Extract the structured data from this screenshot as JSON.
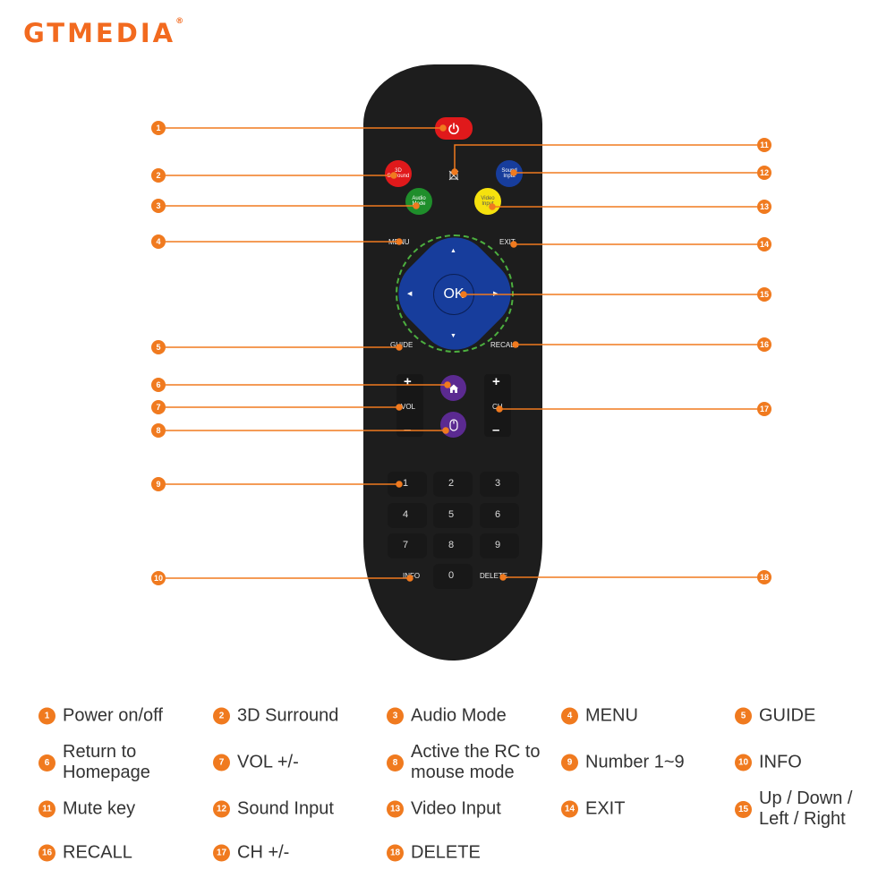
{
  "brand": {
    "name": "GTMEDIA",
    "mark": "®"
  },
  "remote": {
    "buttons": {
      "surround": "3D Surround",
      "sound": "Sound Input",
      "audio": "Audio Mode",
      "video": "Video Input",
      "menu": "MENU",
      "exit": "EXIT",
      "ok": "OK",
      "guide": "GUIDE",
      "recall": "RECALL",
      "vol": "VOL",
      "ch": "CH",
      "plus": "+",
      "minus": "–",
      "info": "INFO",
      "delete": "DELETE",
      "up": "▲",
      "down": "▼",
      "left": "◀",
      "right": "▶"
    },
    "digits": [
      "1",
      "2",
      "3",
      "4",
      "5",
      "6",
      "7",
      "8",
      "9",
      "0"
    ]
  },
  "callouts": [
    "1",
    "2",
    "3",
    "4",
    "5",
    "6",
    "7",
    "8",
    "9",
    "10",
    "11",
    "12",
    "13",
    "14",
    "15",
    "16",
    "17",
    "18"
  ],
  "legend": [
    {
      "num": "1",
      "text": "Power on/off"
    },
    {
      "num": "2",
      "text": "3D Surround"
    },
    {
      "num": "3",
      "text": "Audio Mode"
    },
    {
      "num": "4",
      "text": "MENU"
    },
    {
      "num": "5",
      "text": "GUIDE"
    },
    {
      "num": "6",
      "text": "Return to\nHomepage"
    },
    {
      "num": "7",
      "text": "VOL +/-"
    },
    {
      "num": "8",
      "text": "Active the RC to\nmouse mode"
    },
    {
      "num": "9",
      "text": "Number 1~9"
    },
    {
      "num": "10",
      "text": "INFO"
    },
    {
      "num": "11",
      "text": "Mute key"
    },
    {
      "num": "12",
      "text": "Sound Input"
    },
    {
      "num": "13",
      "text": "Video Input"
    },
    {
      "num": "14",
      "text": "EXIT"
    },
    {
      "num": "15",
      "text": "Up / Down /\nLeft / Right"
    },
    {
      "num": "16",
      "text": "RECALL"
    },
    {
      "num": "17",
      "text": "CH +/-"
    },
    {
      "num": "18",
      "text": "DELETE"
    }
  ],
  "colors": {
    "accent": "#f07a1f",
    "logo": "#f26a1f",
    "remote_body": "#1d1d1d",
    "dpad": "#173d9c",
    "power": "#e0191b"
  }
}
